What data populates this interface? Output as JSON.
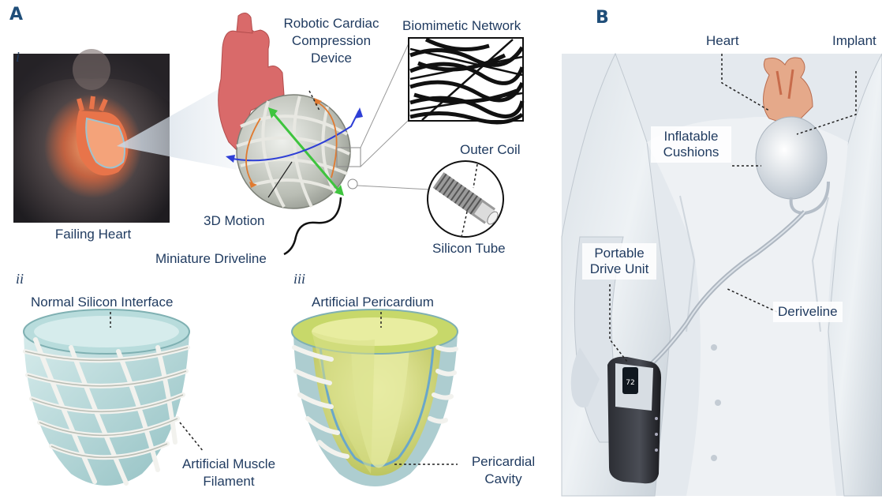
{
  "panel_a": {
    "letter": "A",
    "sub_i": "i",
    "sub_ii": "ii",
    "sub_iii": "iii",
    "failing_heart": "Failing Heart",
    "device_line1": "Robotic Cardiac",
    "device_line2": "Compression",
    "device_line3": "Device",
    "biomimetic": "Biomimetic Network",
    "motion": "3D Motion",
    "driveline": "Miniature Driveline",
    "outer_coil": "Outer Coil",
    "silicon_tube": "Silicon Tube",
    "normal_interface": "Normal Silicon Interface",
    "muscle_line1": "Artificial Muscle",
    "muscle_line2": "Filament",
    "pericardium": "Artificial Pericardium",
    "cavity_line1": "Pericardial",
    "cavity_line2": "Cavity"
  },
  "panel_b": {
    "letter": "B",
    "heart": "Heart",
    "implant": "Implant",
    "cushions_line1": "Inflatable",
    "cushions_line2": "Cushions",
    "drive_line1": "Portable",
    "drive_line2": "Drive Unit",
    "deriveline": "Deriveline",
    "unit_display": "72"
  }
}
